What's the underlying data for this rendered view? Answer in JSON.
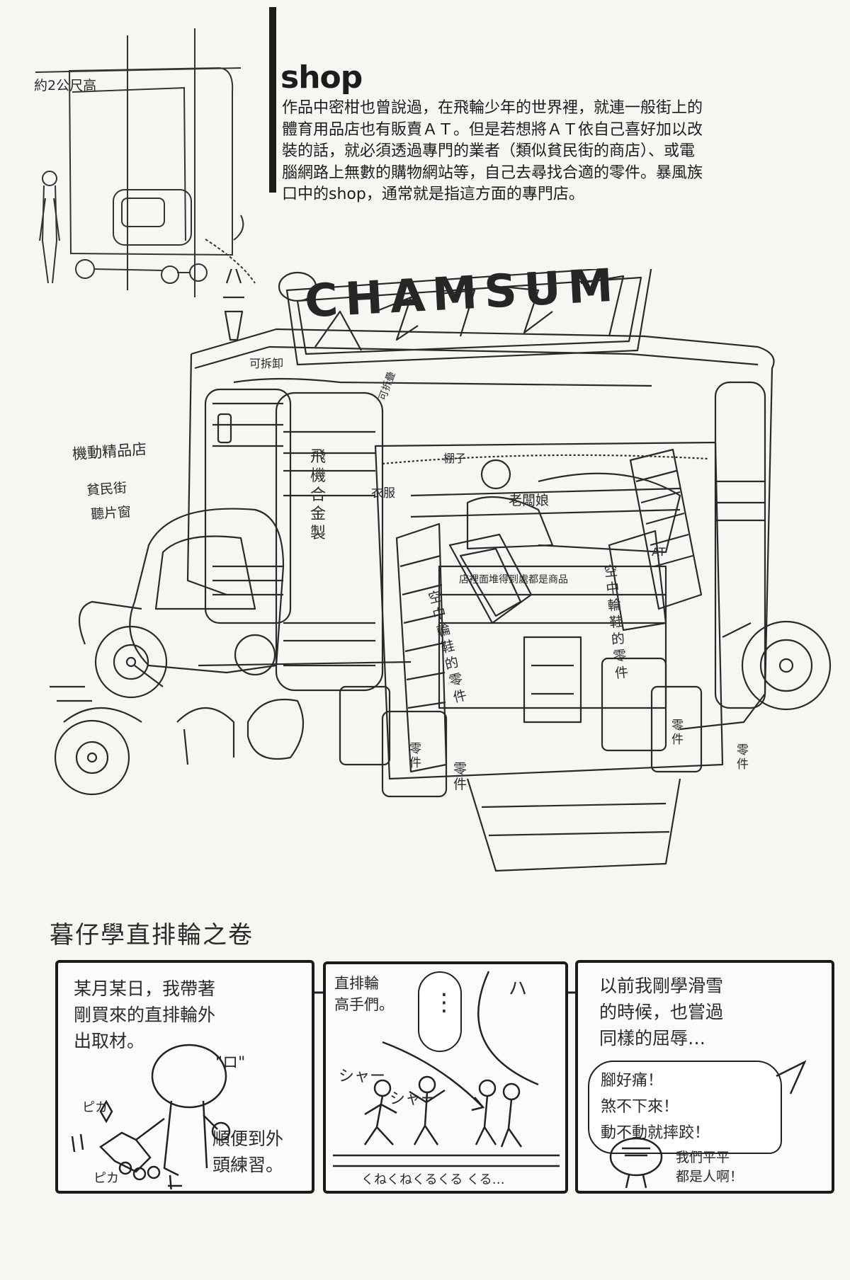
{
  "header": {
    "title": "shop",
    "body": [
      "作品中密柑也曾說過，在飛輪少年的世界裡，就連一般街上的",
      "體育用品店也有販賣ＡＴ。但是若想將ＡＴ依自己喜好加以改",
      "裝的話，就必須透過專門的業者（類似貧民街的商店）、或電",
      "腦網路上無數的購物網站等，自己去尋找合適的零件。暴風族",
      "口中的shop，通常就是指這方面的專門店。"
    ]
  },
  "thumbnail": {
    "height_note": "約2公尺高"
  },
  "side_notes": [
    "機動精品店",
    "貧民街",
    "聽片窗"
  ],
  "sign": {
    "text": "CHAMSUM"
  },
  "labels": {
    "removable": "可拆卸",
    "fold_sign": "可折疊",
    "awning": "棚子",
    "clothes": "衣服",
    "alloy": [
      "飛",
      "機",
      "合",
      "金",
      "製"
    ],
    "owner": "老闆娘",
    "shelf": "店裡面堆得到處都是商品",
    "parts_banner_left": [
      "空",
      "中",
      "輪",
      "鞋",
      "的",
      "零",
      "件"
    ],
    "parts_banner_right": [
      "空",
      "中",
      "輪",
      "鞋",
      "的",
      "零",
      "件"
    ],
    "at": "AT",
    "boxes": [
      "零件",
      "零件",
      "零件",
      "零件"
    ]
  },
  "comic": {
    "title": "暮仔學直排輪之卷",
    "panel1": {
      "lines": [
        "某月某日，我帶著",
        "剛買來的直排輪外",
        "出取材。"
      ],
      "sfx_top": "\"ロ\"",
      "sfx_left": "ピカ",
      "sfx_bottom": "ピカ",
      "side_lines": [
        "順便到外",
        "頭練習。"
      ]
    },
    "panel2": {
      "lines": [
        "直排輪",
        "高手們。"
      ],
      "speech": "⋮",
      "sfx": "ハ",
      "sha1": "シャー",
      "sha2": "シャー",
      "ground": "くねくねくるくる くる…"
    },
    "panel3": {
      "lines": [
        "以前我剛學滑雪",
        "的時候，也嘗過",
        "同樣的屈辱…"
      ],
      "bubble": [
        "腳好痛！",
        "煞不下來！",
        "動不動就摔跤！"
      ],
      "bottom": [
        "我們平平",
        "都是人啊！"
      ]
    }
  }
}
